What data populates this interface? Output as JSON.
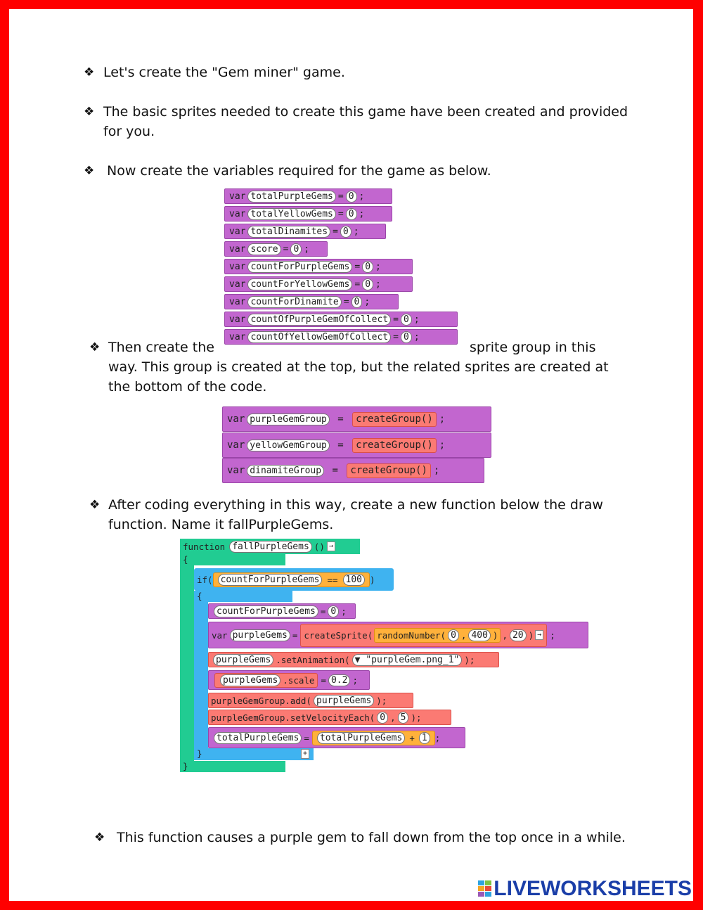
{
  "bullets": {
    "b1": "Let's create the \"Gem miner\" game.",
    "b2_line1": "The basic sprites needed to create this game have been created and provided",
    "b2_line2": "for you.",
    "b3": "Now create the variables required for the game as below.",
    "b4_start": "Then create the",
    "b4_end": "sprite group in this",
    "b4_line2": "way. This group is created at the top, but the related sprites are created at",
    "b4_line3": "the bottom of the code.",
    "b5_line1": "After coding everything in this way, create a new function below the draw",
    "b5_line2": "function. Name it fallPurpleGems.",
    "b6": "This function causes a purple gem to fall down from the top once in a while."
  },
  "bullet_symbol": "❖",
  "variables": [
    {
      "name": "totalPurpleGems",
      "value": "0"
    },
    {
      "name": "totalYellowGems",
      "value": "0"
    },
    {
      "name": "totalDinamites",
      "value": "0"
    },
    {
      "name": "score",
      "value": "0"
    },
    {
      "name": "countForPurpleGems",
      "value": "0"
    },
    {
      "name": "countForYellowGems",
      "value": "0"
    },
    {
      "name": "countForDinamite",
      "value": "0"
    },
    {
      "name": "countOfPurpleGemOfCollect",
      "value": "0"
    },
    {
      "name": "countOfYellowGemOfCollect",
      "value": "0"
    }
  ],
  "groups": [
    {
      "name": "purpleGemGroup",
      "call": "createGroup()"
    },
    {
      "name": "yellowGemGroup",
      "call": "createGroup()"
    },
    {
      "name": "dinamiteGroup",
      "call": "createGroup()"
    }
  ],
  "code": {
    "var_kw": "var",
    "func_kw": "function",
    "func_name": "fallPurpleGems",
    "func_parens": "()",
    "brace_open": "{",
    "brace_close": "}",
    "if_kw": "if(",
    "if_var": "countForPurpleGems",
    "if_op": "==",
    "if_val": "100",
    "if_close": ")",
    "reset_var": "countForPurpleGems",
    "reset_val": "0",
    "sprite_var": "purpleGems",
    "create_sprite": "createSprite(",
    "random_number": "randomNumber(",
    "rn_a": "0",
    "rn_b": "400",
    "sprite_y": "20",
    "set_anim_obj": "purpleGems",
    "set_anim_method": ".setAnimation(",
    "set_anim_arg": "\"purpleGem.png_1\"",
    "scale_obj": "purpleGems",
    "scale_prop": ".scale",
    "scale_val": "0.2",
    "add_obj": "purpleGemGroup",
    "add_method": ".add(",
    "add_arg": "purpleGems",
    "vel_obj": "purpleGemGroup",
    "vel_method": ".setVelocityEach(",
    "vel_a": "0",
    "vel_b": "5",
    "total_var": "totalPurpleGems",
    "total_expr_var": "totalPurpleGems",
    "total_plus": "+",
    "total_inc": "1"
  },
  "footer": {
    "logo_text": "LIVEWORKSHEETS",
    "logo_color": "#1a3ea8"
  },
  "colors": {
    "border": "#ff0000",
    "purple_block": "#c266cf",
    "red_block": "#fb7a73",
    "orange_block": "#ffb13b",
    "teal_block": "#21cc92",
    "blue_block": "#3fb3f0"
  }
}
